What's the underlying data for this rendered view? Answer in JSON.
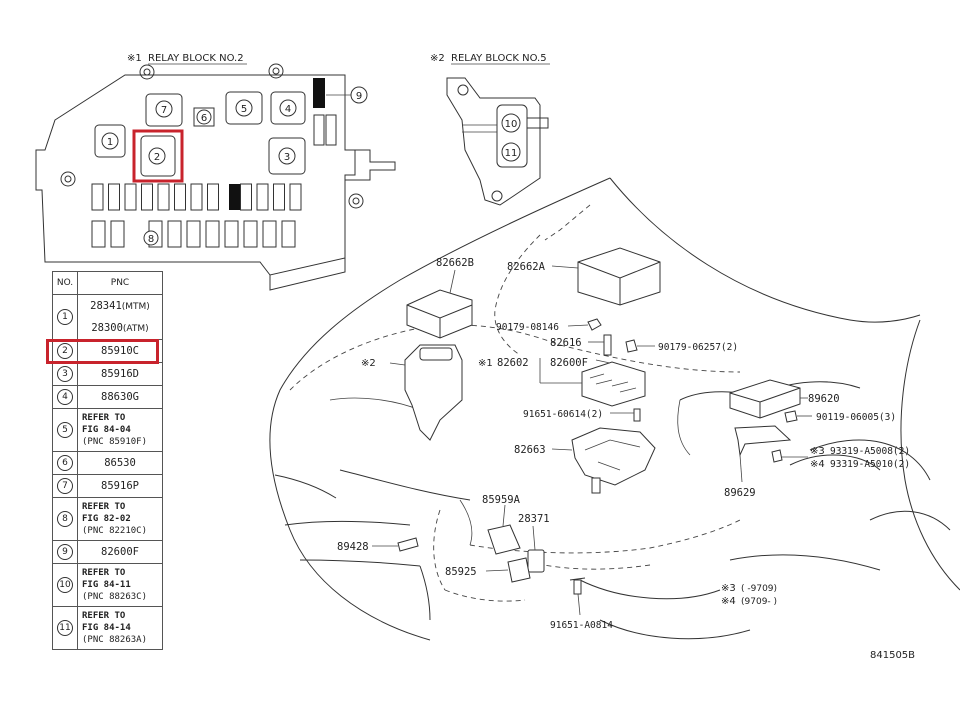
{
  "relay_block_2": {
    "title_mark": "※1",
    "title": "RELAY BLOCK NO.2"
  },
  "relay_block_5": {
    "title_mark": "※2",
    "title": "RELAY BLOCK NO.5"
  },
  "slot_numbers": [
    "1",
    "2",
    "3",
    "4",
    "5",
    "6",
    "7",
    "8",
    "9",
    "10",
    "11"
  ],
  "table": {
    "col_no": "NO.",
    "col_pnc": "PNC",
    "rows": [
      {
        "no": "1",
        "lines": [
          {
            "code": "28341",
            "suffix": "(MTM)"
          },
          {
            "code": "28300",
            "suffix": "(ATM)"
          }
        ]
      },
      {
        "no": "2",
        "lines": [
          {
            "code": "85910C",
            "suffix": ""
          }
        ]
      },
      {
        "no": "3",
        "lines": [
          {
            "code": "85916D",
            "suffix": ""
          }
        ]
      },
      {
        "no": "4",
        "lines": [
          {
            "code": "88630G",
            "suffix": ""
          }
        ]
      },
      {
        "no": "5",
        "ref": {
          "l1": "REFER TO",
          "l2": "FIG  84-04",
          "l3": "(PNC 85910F)"
        }
      },
      {
        "no": "6",
        "lines": [
          {
            "code": "86530",
            "suffix": ""
          }
        ]
      },
      {
        "no": "7",
        "lines": [
          {
            "code": "85916P",
            "suffix": ""
          }
        ]
      },
      {
        "no": "8",
        "ref": {
          "l1": "REFER TO",
          "l2": "FIG  82-02",
          "l3": "(PNC 82210C)"
        }
      },
      {
        "no": "9",
        "lines": [
          {
            "code": "82600F",
            "suffix": ""
          }
        ]
      },
      {
        "no": "10",
        "ref": {
          "l1": "REFER TO",
          "l2": "FIG  84-11",
          "l3": "(PNC 88263C)"
        }
      },
      {
        "no": "11",
        "ref": {
          "l1": "REFER TO",
          "l2": "FIG  84-14",
          "l3": "(PNC 88263A)"
        }
      }
    ]
  },
  "callouts": {
    "c82662B": "82662B",
    "c82662A": "82662A",
    "c90179_08146": "90179-08146",
    "c82616": "82616",
    "c90179_06257": "90179-06257(2)",
    "c82602_mark": "※1",
    "c82602": "82602",
    "c82600F": "82600F",
    "c2_mark": "※2",
    "c89620": "89620",
    "c90119_06005": "90119-06005(3)",
    "c91651_60614": "91651-60614(2)",
    "c82663": "82663",
    "c93319_A5008_mark": "※3",
    "c93319_A5008": "93319-A5008(2)",
    "c93319_A5010_mark": "※4",
    "c93319_A5010": "93319-A5010(2)",
    "c89629": "89629",
    "c85959A": "85959A",
    "c28371": "28371",
    "c89428": "89428",
    "c85925": "85925",
    "c91651_A0814": "91651-A0814"
  },
  "notes": {
    "n3_mark": "※3",
    "n3_range": "(     -9709)",
    "n4_mark": "※4",
    "n4_range": "(9709-     )"
  },
  "figure_code": "841505B",
  "colors": {
    "highlight": "#c8232c",
    "line": "#333333"
  }
}
